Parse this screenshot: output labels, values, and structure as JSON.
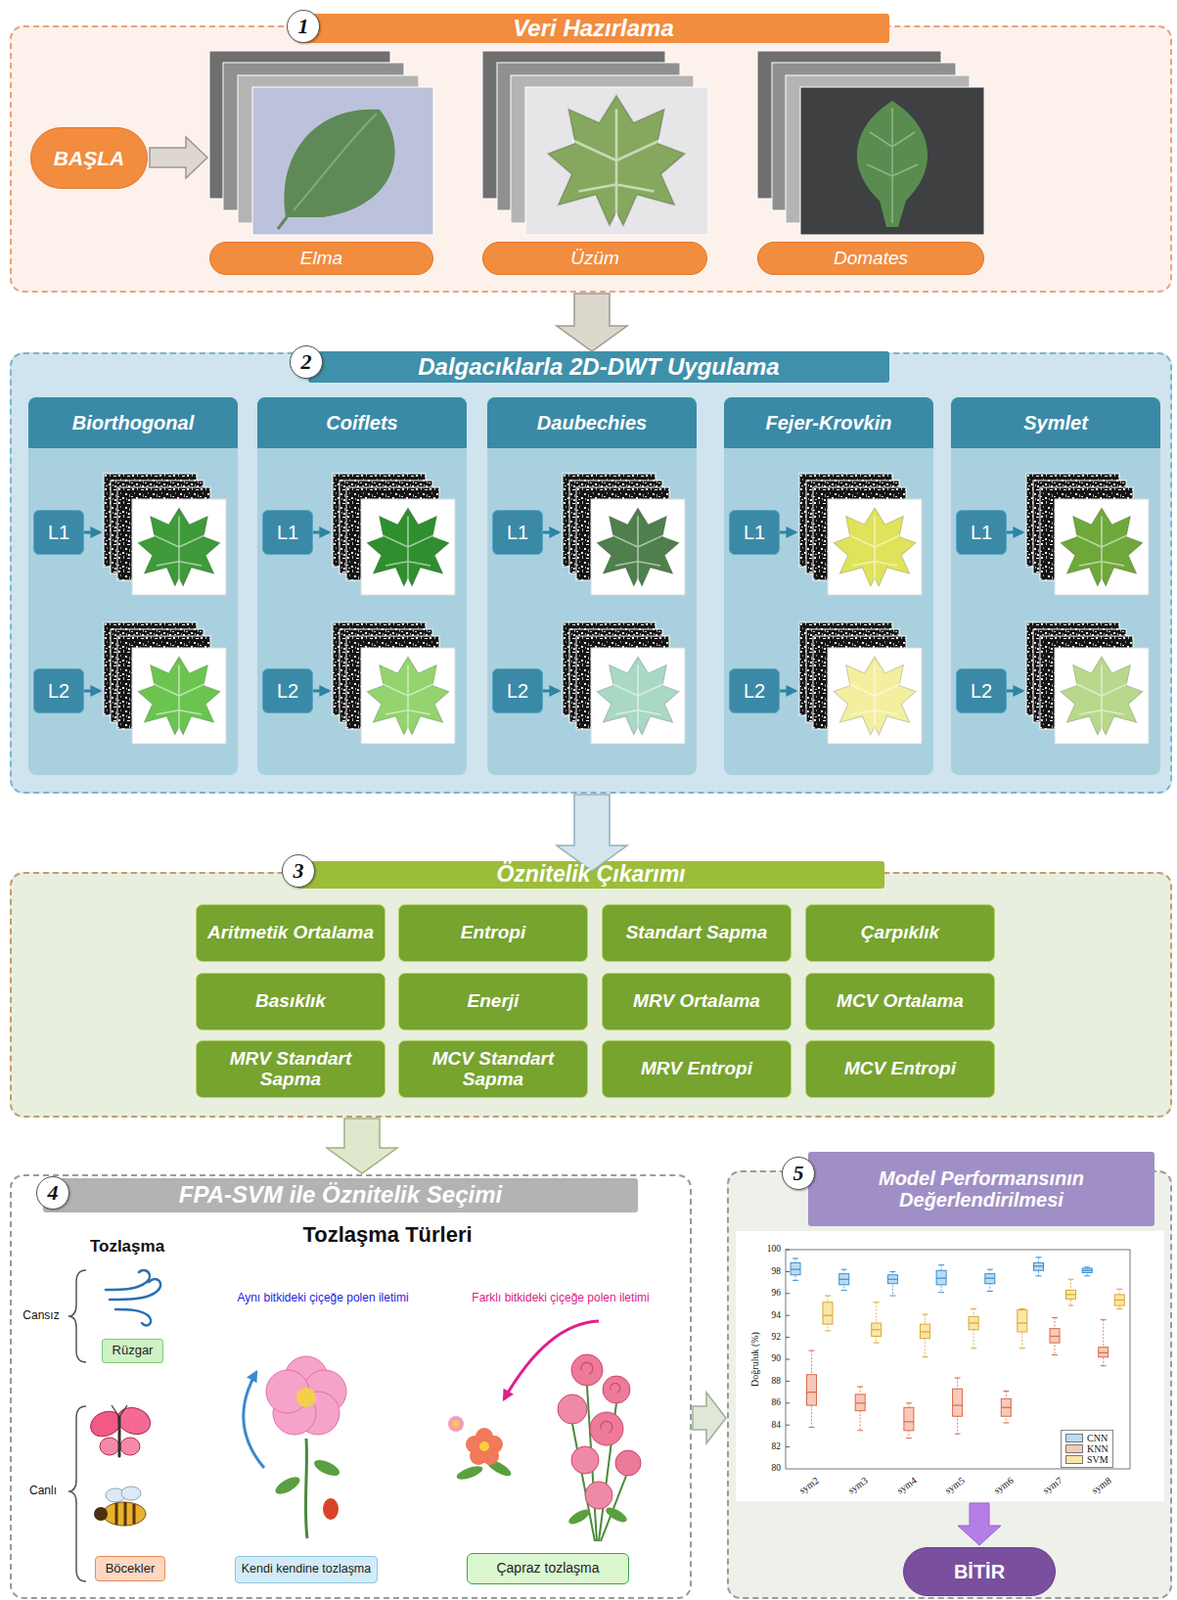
{
  "diagram": {
    "nodes": [
      {
        "text": [
          "Veri Hazırlama"
        ]
      },
      {
        "text": [
          "1"
        ],
        "in": 0
      },
      {
        "text": [
          "BAŞLA"
        ],
        "in": 0
      },
      {
        "text": [
          "Elma"
        ],
        "in": 0
      },
      {
        "text": [
          "Üzüm"
        ],
        "in": 0
      },
      {
        "text": [
          "Domates"
        ],
        "in": 0
      },
      {
        "text": [
          "Dalgacıklarla 2D-DWT Uygulama"
        ]
      },
      {
        "text": [
          "2"
        ],
        "in": 6
      },
      {
        "text": [
          "Biorthogonal"
        ],
        "in": 6
      },
      {
        "text": [
          "L1"
        ],
        "in": 8
      },
      {
        "text": [
          "L2"
        ],
        "in": 8
      },
      {
        "text": [
          "Coiflets"
        ],
        "in": 6
      },
      {
        "text": [
          "L1"
        ],
        "in": 11
      },
      {
        "text": [
          "L2"
        ],
        "in": 11
      },
      {
        "text": [
          "Daubechies"
        ],
        "in": 6
      },
      {
        "text": [
          "L1"
        ],
        "in": 14
      },
      {
        "text": [
          "L2"
        ],
        "in": 14
      },
      {
        "text": [
          "Fejer-Krovkin"
        ],
        "in": 6
      },
      {
        "text": [
          "L1"
        ],
        "in": 17
      },
      {
        "text": [
          "L2"
        ],
        "in": 17
      },
      {
        "text": [
          "Symlet"
        ],
        "in": 6
      },
      {
        "text": [
          "L1"
        ],
        "in": 20
      },
      {
        "text": [
          "L2"
        ],
        "in": 20
      },
      {
        "text": [
          "Öznitelik Çıkarımı"
        ]
      },
      {
        "text": [
          "3"
        ],
        "in": 23
      },
      {
        "text": [
          "Aritmetik Ortalama"
        ],
        "in": 23
      },
      {
        "text": [
          "Entropi"
        ],
        "in": 23
      },
      {
        "text": [
          "Standart Sapma"
        ],
        "in": 23
      },
      {
        "text": [
          "Çarpıklık"
        ],
        "in": 23
      },
      {
        "text": [
          "Basıklık"
        ],
        "in": 23
      },
      {
        "text": [
          "Enerji"
        ],
        "in": 23
      },
      {
        "text": [
          "MRV Ortalama"
        ],
        "in": 23
      },
      {
        "text": [
          "MCV Ortalama"
        ],
        "in": 23
      },
      {
        "text": [
          "MRV Standart Sapma"
        ],
        "in": 23
      },
      {
        "text": [
          "MCV Standart Sapma"
        ],
        "in": 23
      },
      {
        "text": [
          "MRV Entropi"
        ],
        "in": 23
      },
      {
        "text": [
          "MCV Entropi"
        ],
        "in": 23
      },
      {
        "text": [
          "FPA-SVM ile Öznitelik Seçimi"
        ]
      },
      {
        "text": [
          "4"
        ],
        "in": 37
      },
      {
        "text": [
          "Rüzgar"
        ],
        "in": 37
      },
      {
        "text": [
          "Böcekler"
        ],
        "in": 37
      },
      {
        "text": [
          "Kendi kendine tozlaşma"
        ],
        "in": 37
      },
      {
        "text": [
          "Çapraz tozlaşma"
        ],
        "in": 37
      },
      {
        "text": [
          "Model Performansının Değerlendirilmesi"
        ]
      },
      {
        "text": [
          "5"
        ],
        "in": 43
      },
      {
        "text": [
          "BİTİR"
        ],
        "in": 43
      }
    ],
    "edges": [
      {
        "from": 0,
        "to": 6,
        "arrow": "to"
      },
      {
        "from": 6,
        "to": 23,
        "arrow": "to"
      },
      {
        "from": 23,
        "to": 37,
        "arrow": "to"
      },
      {
        "from": 37,
        "to": 43,
        "arrow": "to"
      }
    ],
    "labels": [
      "Tozlaşma",
      "Tozlaşma Türleri",
      "Cansız",
      "Canlı",
      "Aynı bitkideki çiçeğe polen iletimi",
      "Farklı bitkideki çiçeğe polen iletimi",
      "Doğruluk (%)",
      "100",
      "98",
      "96",
      "94",
      "92",
      "90",
      "88",
      "86",
      "84",
      "82",
      "80",
      "sym2",
      "sym3",
      "sym4",
      "sym5",
      "sym6",
      "sym7",
      "sym8"
    ],
    "legend": [
      {
        "text": "CNN",
        "color": "#b9dcf3"
      },
      {
        "text": "KNN",
        "color": "#f6c9b9"
      },
      {
        "text": "SVM",
        "color": "#fbe6a6"
      }
    ]
  }
}
